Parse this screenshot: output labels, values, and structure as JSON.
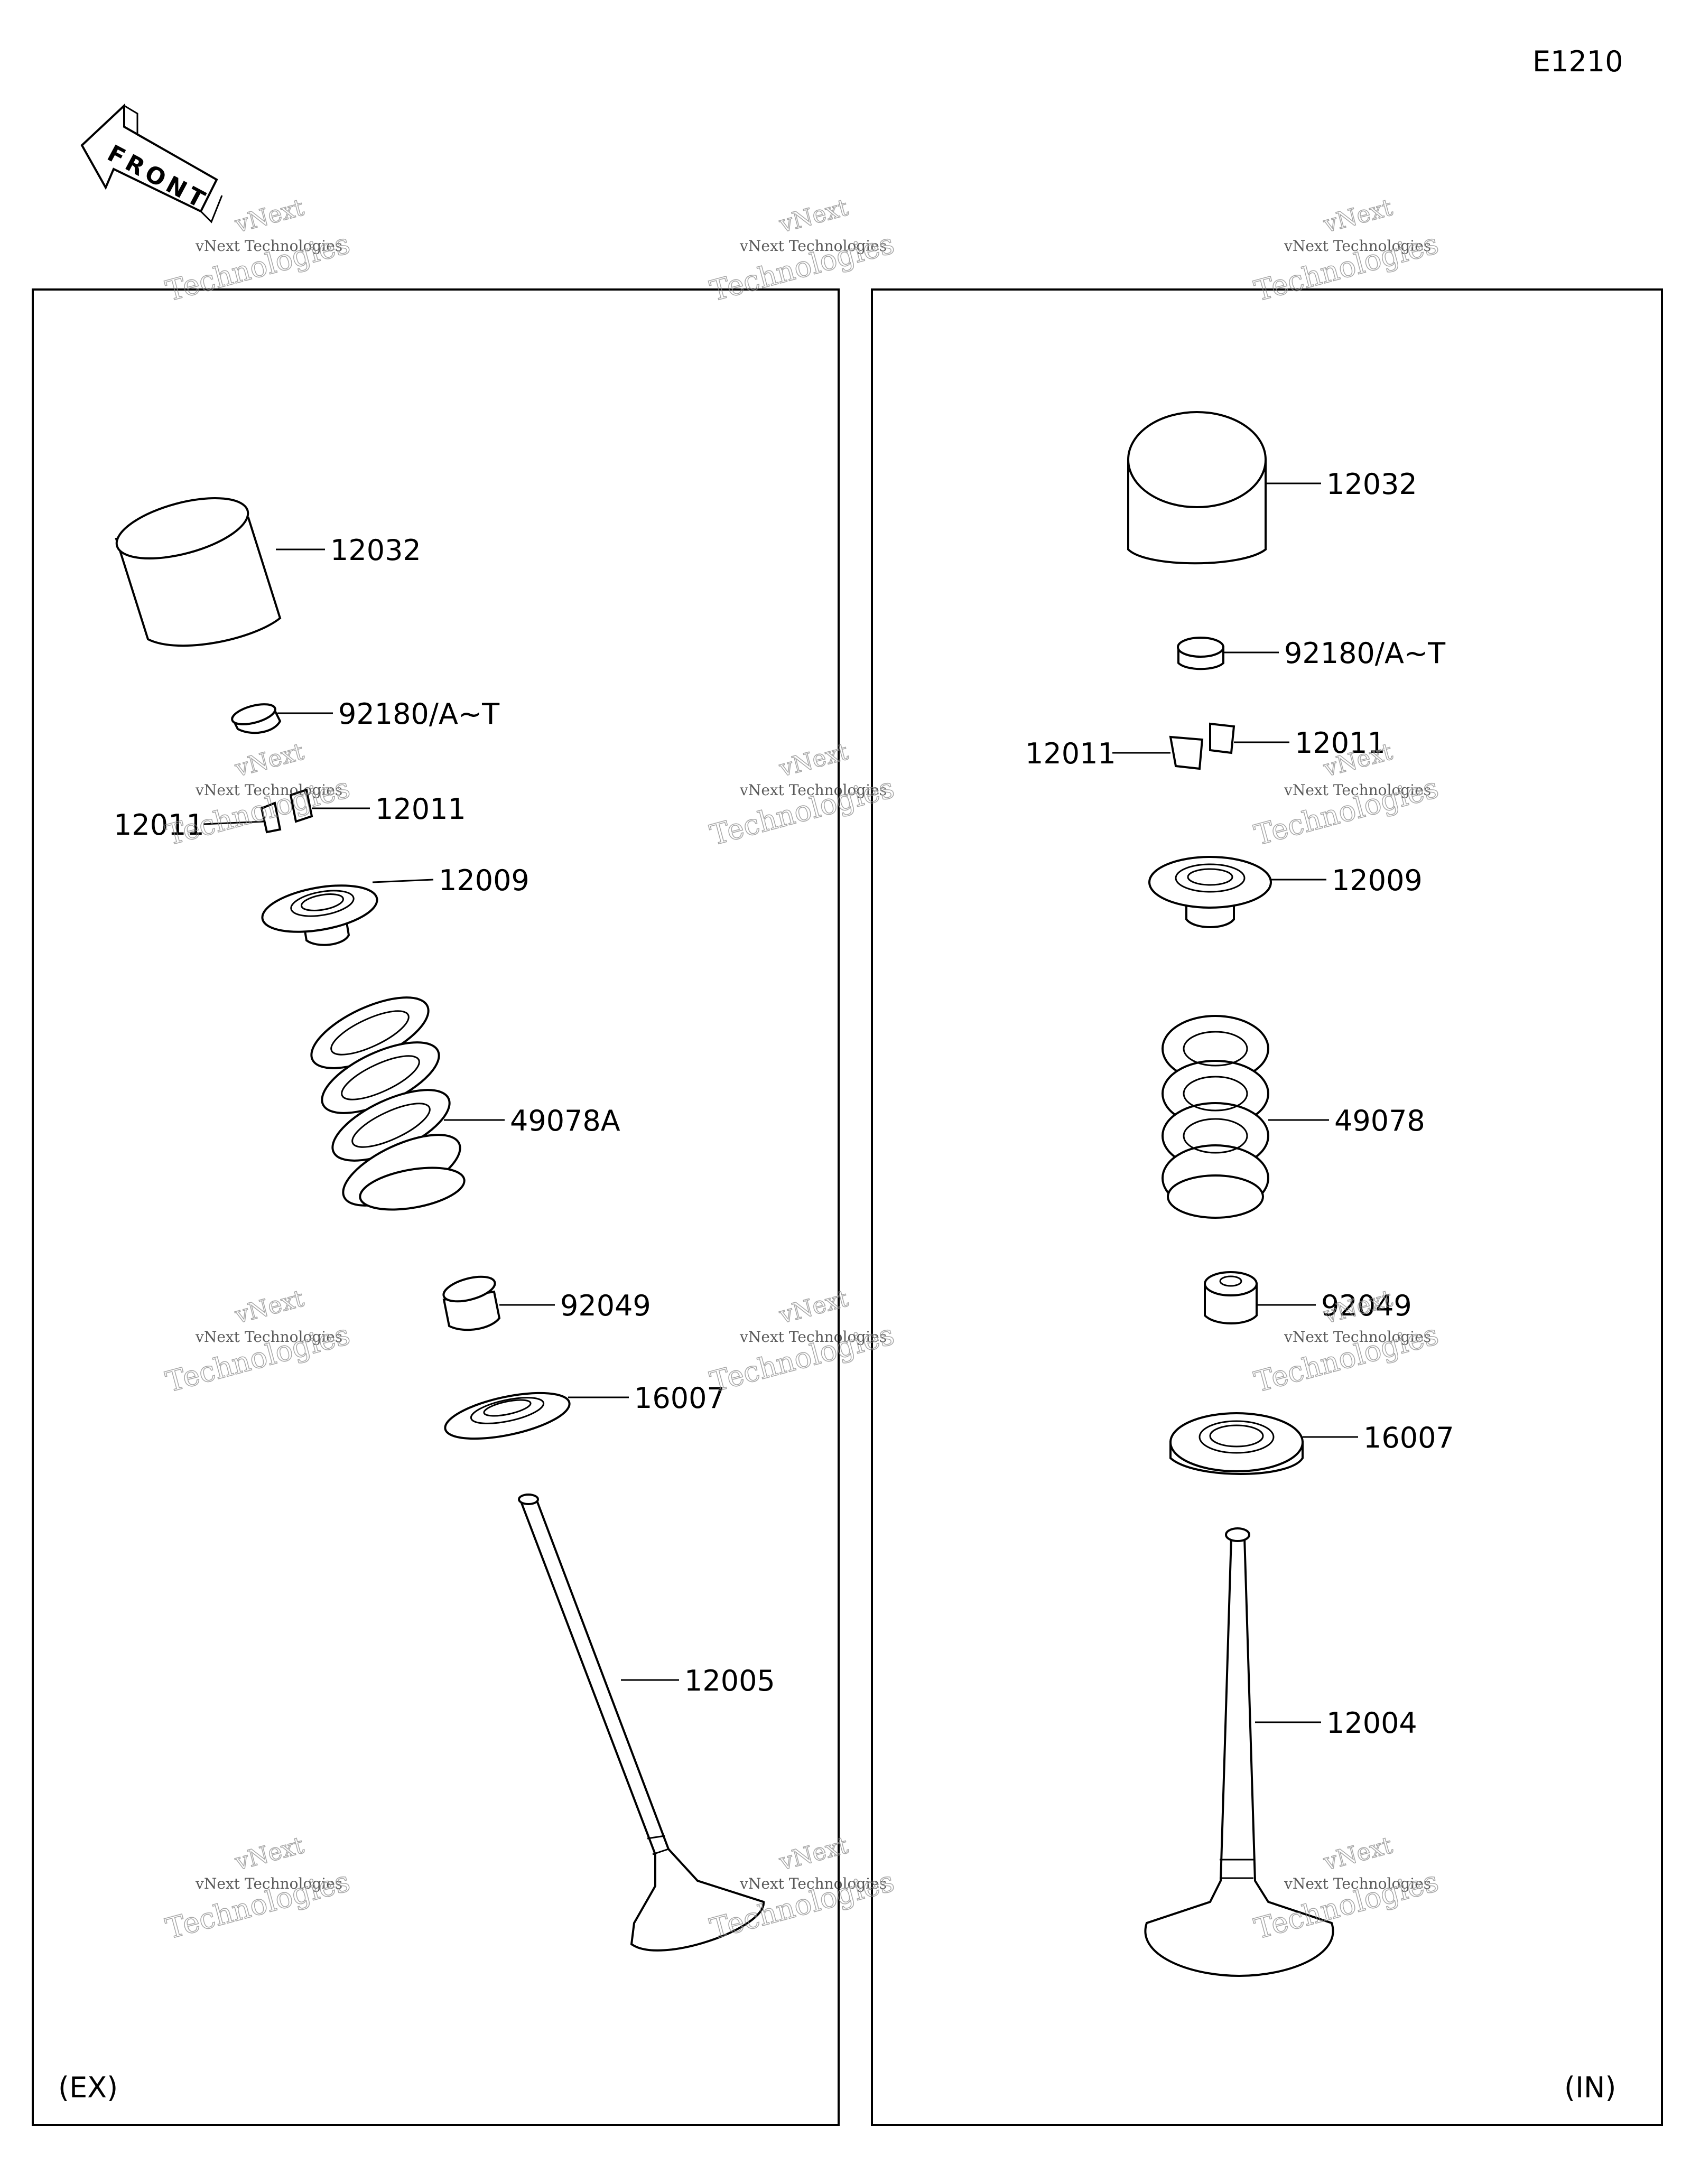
{
  "diagram_code": "E1210",
  "front_label": "FRONT",
  "panels": {
    "ex": {
      "label": "(EX)"
    },
    "in": {
      "label": "(IN)"
    }
  },
  "callouts": {
    "ex": {
      "tappet": "12032",
      "shim": "92180/A~T",
      "cotter_left": "12011",
      "cotter_right": "12011",
      "retainer": "12009",
      "spring": "49078A",
      "seal": "92049",
      "spring_seat": "16007",
      "valve": "12005"
    },
    "in": {
      "tappet": "12032",
      "shim": "92180/A~T",
      "cotter_left": "12011",
      "cotter_right": "12011",
      "retainer": "12009",
      "spring": "49078",
      "seal": "92049",
      "spring_seat": "16007",
      "valve": "12004"
    }
  },
  "watermark": {
    "line1": "vNext Technologies",
    "line2": "vNext",
    "line3": "Technologies"
  }
}
